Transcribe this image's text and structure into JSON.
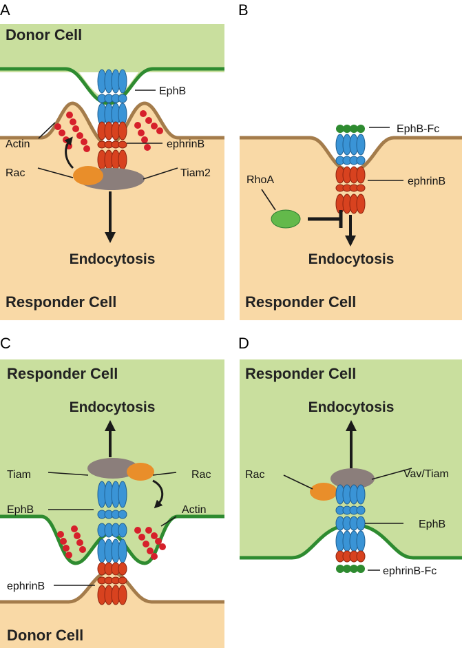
{
  "colors": {
    "responder_fill": "#F9D9A6",
    "donor_fill": "#C9DF9E",
    "membrane_brown": "#A47C4B",
    "membrane_green": "#2E8B30",
    "ephB_blue": "#3A94D6",
    "ephrinB_red": "#D8421F",
    "fc_green": "#2E8B30",
    "rac_orange": "#E98E2A",
    "gef_gray": "#8B7E7B",
    "rhoa_green": "#63B94B",
    "actin_red": "#D6202B"
  },
  "panels": [
    {
      "letter": "A",
      "top_cell": "Donor Cell",
      "bottom_cell": "Responder Cell",
      "process": "Endocytosis",
      "labels": {
        "ephB": "EphB",
        "ephrinB": "ephrinB",
        "actin": "Actin",
        "rac": "Rac",
        "tiam": "Tiam2"
      }
    },
    {
      "letter": "B",
      "bottom_cell": "Responder Cell",
      "process": "Endocytosis",
      "labels": {
        "ephBFc": "EphB-Fc",
        "ephrinB": "ephrinB",
        "rhoA": "RhoA"
      }
    },
    {
      "letter": "C",
      "top_cell": "Responder Cell",
      "bottom_cell": "Donor Cell",
      "process": "Endocytosis",
      "labels": {
        "tiam": "Tiam",
        "rac": "Rac",
        "ephB": "EphB",
        "actin": "Actin",
        "ephrinB": "ephrinB"
      }
    },
    {
      "letter": "D",
      "top_cell": "Responder Cell",
      "process": "Endocytosis",
      "labels": {
        "rac": "Rac",
        "vavTiam": "Vav/Tiam",
        "ephB": "EphB",
        "ephrinBFc": "ephrinB-Fc"
      }
    }
  ]
}
